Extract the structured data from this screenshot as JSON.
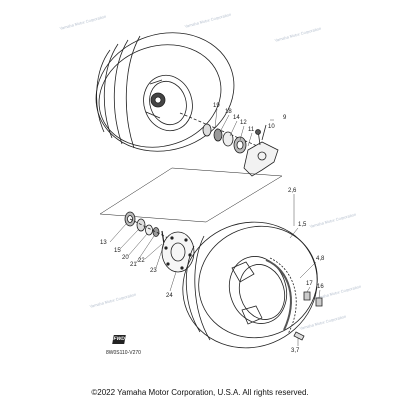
{
  "part_labels": [
    "9",
    "10",
    "19",
    "18",
    "14",
    "12",
    "11",
    "2,6",
    "1,5",
    "13",
    "15",
    "20",
    "21",
    "22",
    "23",
    "24",
    "4,8",
    "17",
    "16",
    "3,7"
  ],
  "watermark_text": "Yamaha Motor Corporation",
  "diagram_code": "8W0S110-V270",
  "forward_mark": "FWD",
  "copyright": "©2022 Yamaha Motor Corporation, U.S.A. All rights reserved."
}
